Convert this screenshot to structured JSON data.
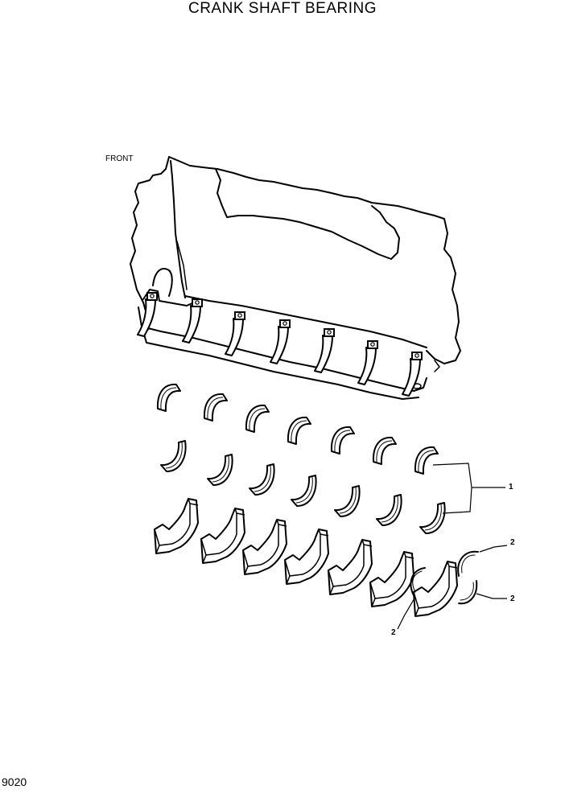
{
  "header": {
    "title": "CRANK SHAFT BEARING"
  },
  "diagram": {
    "front_label": "FRONT",
    "callouts": [
      {
        "number": "1",
        "part": "main bearing shells"
      },
      {
        "number": "2",
        "part": "thrust washer (upper right)"
      },
      {
        "number": "2",
        "part": "thrust washer (lower right)"
      },
      {
        "number": "2",
        "part": "thrust washer (lower left)"
      }
    ]
  },
  "footer": {
    "page_number": "9020"
  }
}
